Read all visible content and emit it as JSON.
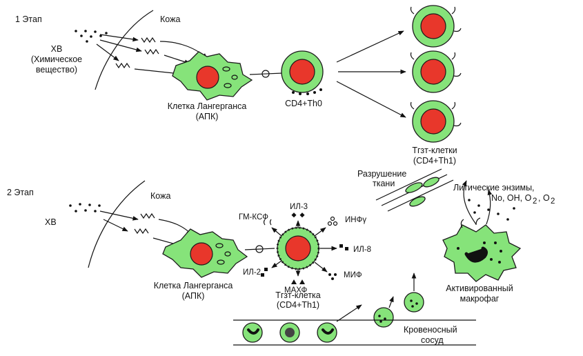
{
  "stage1": {
    "title": "1 Этап",
    "skin": "Кожа",
    "hv_line1": "ХВ",
    "hv_line2": "(Химическое",
    "hv_line3": "вещество)",
    "lc_line1": "Клетка Лангерганса",
    "lc_line2": "(АПК)",
    "th0": "CD4+Th0",
    "tgzt_line1": "Тгзт-клетки",
    "tgzt_line2": "(CD4+Th1)"
  },
  "stage2": {
    "title": "2 Этап",
    "skin": "Кожа",
    "hv": "ХВ",
    "gmcsf": "ГМ-КСФ",
    "il3": "ИЛ-3",
    "ifn": "ИНФγ",
    "il8": "ИЛ-8",
    "mif": "МИФ",
    "mahf": "МАХФ",
    "il2": "ИЛ-2",
    "lc_line1": "Клетка Лангерганса",
    "lc_line2": "(АПК)",
    "tcell_line1": "Тгзт-клетка",
    "tcell_line2": "(CD4+Th1)",
    "destruction_line1": "Разрушение",
    "destruction_line2": "ткани",
    "lytic_line1": "Литические энзимы,",
    "lytic_line2": "No, OH, O",
    "macro_line1": "Активированный",
    "macro_line2": "макрофаг",
    "vessel_line1": "Кровеносный",
    "vessel_line2": "сосуд"
  },
  "colors": {
    "cell_green": "#86e37a",
    "nucleus_red": "#e8372b"
  }
}
